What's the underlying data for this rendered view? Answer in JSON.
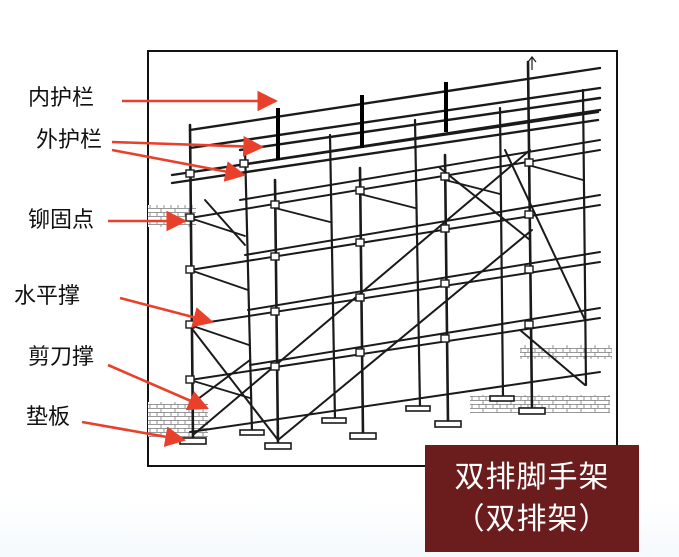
{
  "labels": {
    "inner_guardrail": "内护栏",
    "outer_guardrail": "外护栏",
    "anchor_point": "铆固点",
    "horizontal_brace": "水平撑",
    "scissor_brace": "剪刀撑",
    "base_plate": "垫板"
  },
  "caption": {
    "line1": "双排脚手架",
    "line2": "（双排架）"
  },
  "colors": {
    "arrow": "#e8402a",
    "caption_bg": "#6b1c1c",
    "caption_text": "#ffffff"
  }
}
